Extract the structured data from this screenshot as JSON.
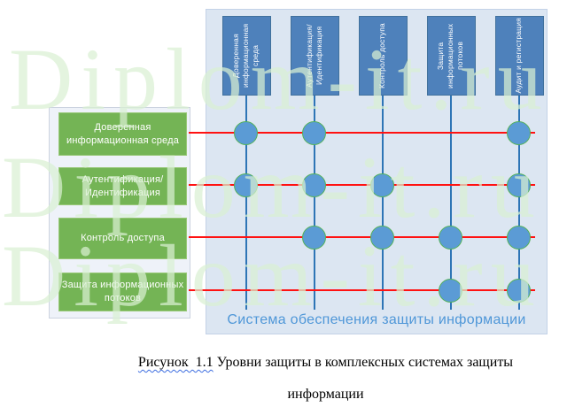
{
  "watermark": {
    "text": "Diplom-it.ru"
  },
  "diagram": {
    "panel_label": "Система обеспечения защиты информации",
    "columns": [
      "Доверенная информационная среда",
      "Аутентификация/ Идентификация",
      "Контроль доступа",
      "Защита информационных потоков",
      "Аудит и регистрация"
    ],
    "rows": [
      {
        "lines": [
          "Доверенная",
          "информационная среда"
        ]
      },
      {
        "lines": [
          "Аутентификация/",
          "Идентификация"
        ]
      },
      {
        "lines": [
          "Контроль доступа"
        ]
      },
      {
        "lines": [
          "Защита информационных",
          "потоков"
        ]
      }
    ],
    "connections": [
      [
        1,
        2,
        5
      ],
      [
        1,
        2,
        3,
        5
      ],
      [
        2,
        3,
        4,
        5
      ],
      [
        4,
        5
      ]
    ],
    "colors": {
      "panel_bg": "#dce6f2",
      "panel_border": "#c3d2e7",
      "left_panel_bg": "#eef2f9",
      "left_panel_border": "#ccd3e0",
      "green_box": "#74b455",
      "green_box_border": "#98c878",
      "blue_box": "#4e81bb",
      "blue_box_border": "#41719c",
      "vertical_line": "#2e75b6",
      "red_line": "#ff1212",
      "circle_fill": "#5b9bd5",
      "circle_border": "#54b258",
      "panel_label_color": "#4f97d8"
    }
  },
  "caption": {
    "figure_ref": "Рисунок  1.1",
    "text": " Уровни защиты в комплексных системах защиты",
    "line2": "информации"
  }
}
